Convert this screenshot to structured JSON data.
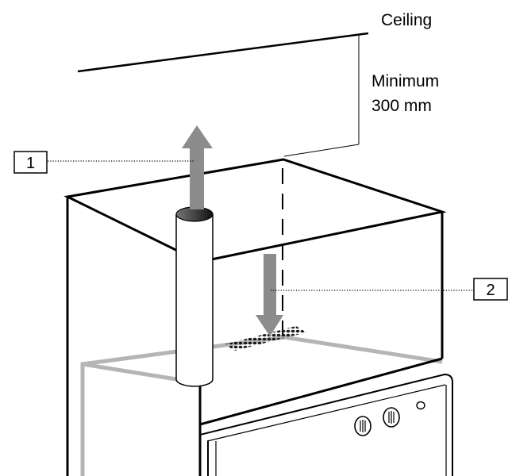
{
  "labels": {
    "ceiling": "Ceiling",
    "clearance_line1": "Minimum",
    "clearance_line2": "300 mm"
  },
  "callouts": [
    {
      "id": "1",
      "text": "1"
    },
    {
      "id": "2",
      "text": "2"
    }
  ],
  "colors": {
    "outline": "#000000",
    "ghost_outline": "#b5b5b5",
    "arrow": "#8c8c8c"
  }
}
